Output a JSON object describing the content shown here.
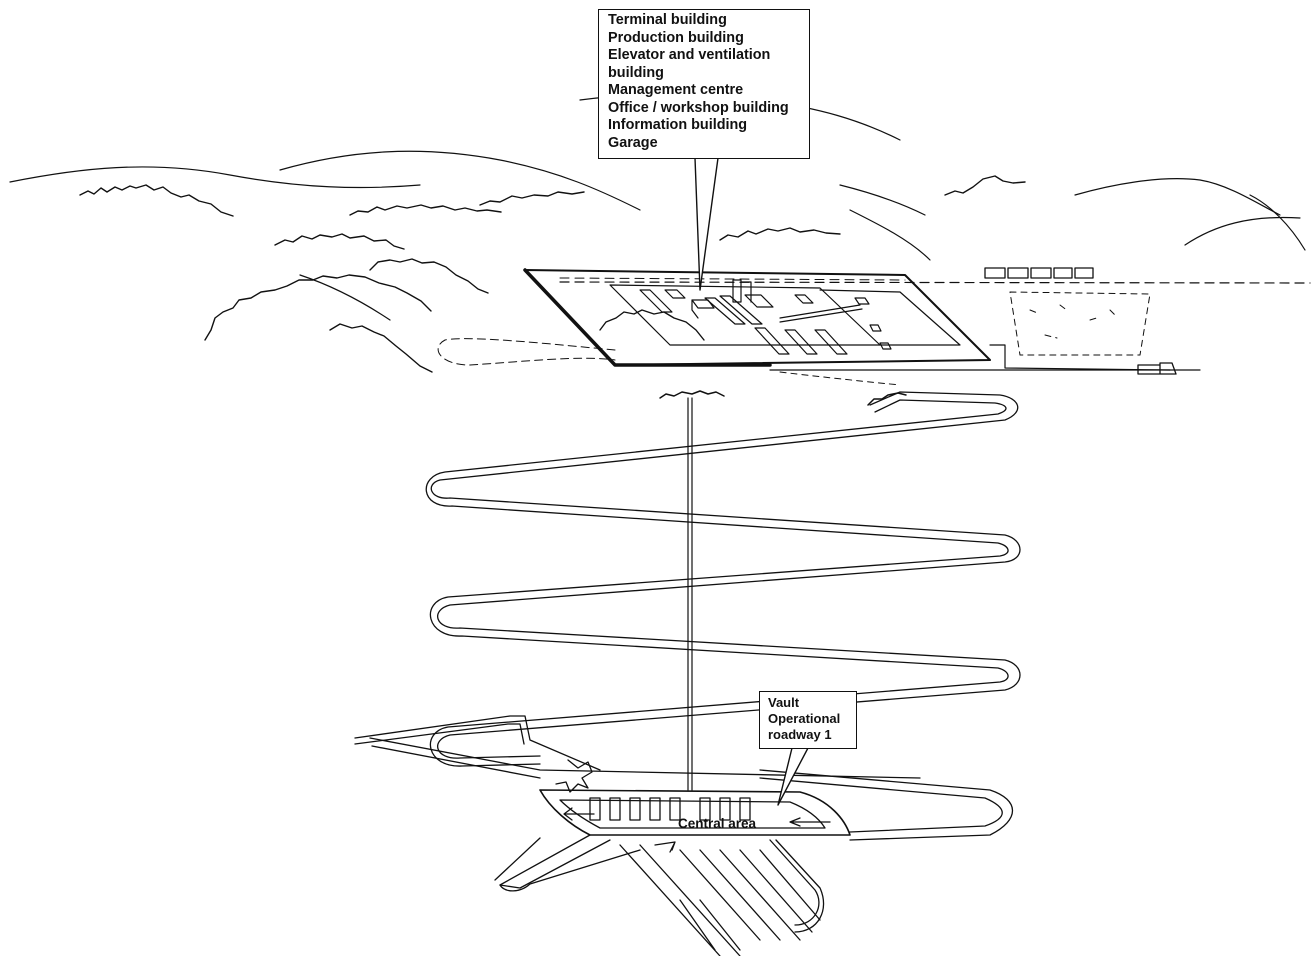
{
  "surface_callout": {
    "lines": [
      "Terminal building",
      "Production building",
      "Elevator and ventilation",
      "building",
      "Management centre",
      "Office / workshop building",
      "Information building",
      "Garage"
    ]
  },
  "vault_callout": {
    "lines": [
      "Vault",
      "Operational",
      "roadway 1"
    ]
  },
  "central_area": {
    "label": "Central area"
  },
  "colors": {
    "ink": "#111111",
    "background": "#ffffff"
  }
}
